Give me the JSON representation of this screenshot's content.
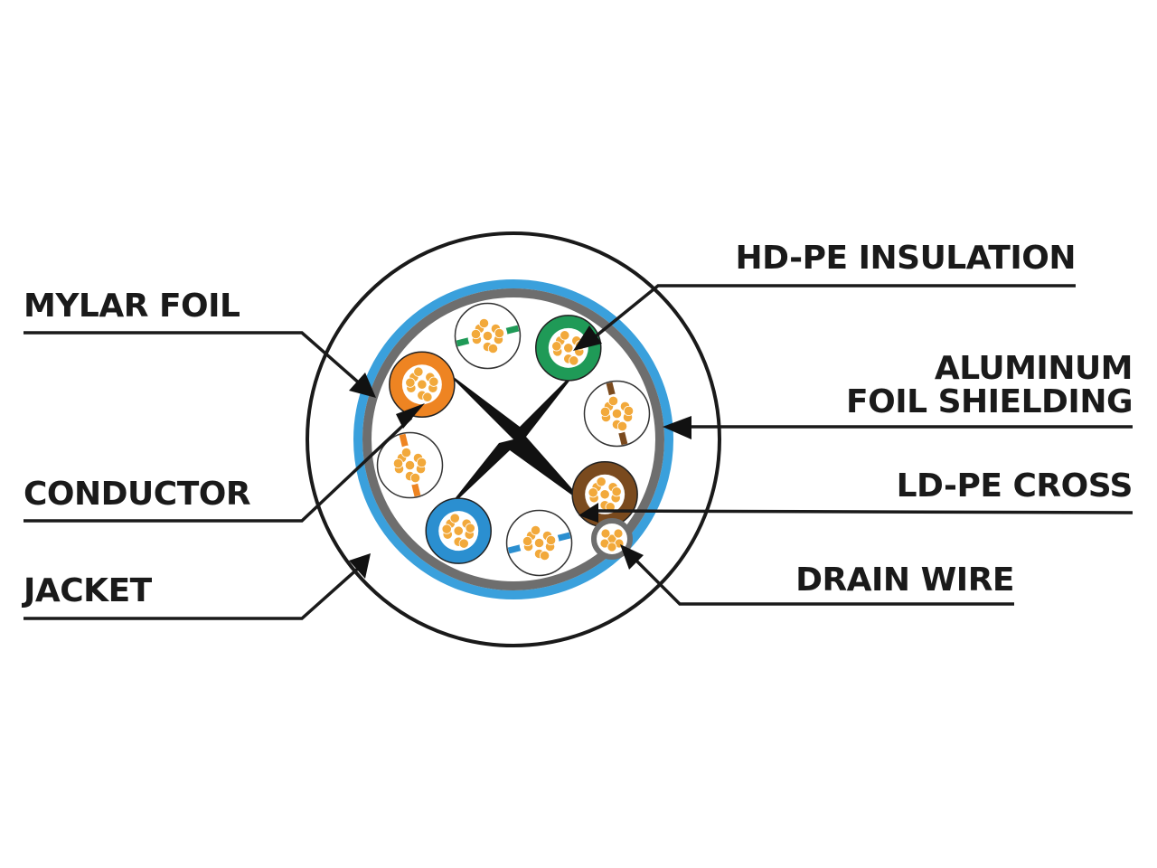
{
  "labels": {
    "mylar_foil": "MYLAR FOIL",
    "conductor": "CONDUCTOR",
    "jacket": "JACKET",
    "hdpe_insulation": "HD-PE INSULATION",
    "aluminum_line1": "ALUMINUM",
    "aluminum_line2": "FOIL SHIELDING",
    "ldpe_cross": "LD-PE CROSS",
    "drain_wire": "DRAIN WIRE"
  },
  "colors": {
    "jacket_outline": "#1a1a1a",
    "aluminum_shield": "#3aa0dc",
    "mylar_foil": "#6e6e6e",
    "conductor_copper": "#f2a93b",
    "cross": "#111111",
    "pair_green": "#1f9a57",
    "pair_orange": "#ee8422",
    "pair_brown": "#7a4a1e",
    "pair_blue": "#2b8fd0"
  },
  "wires": [
    {
      "name": "green-white",
      "color": "#1f9a57",
      "solid": false
    },
    {
      "name": "green",
      "color": "#1f9a57",
      "solid": true
    },
    {
      "name": "brown-white",
      "color": "#7a4a1e",
      "solid": false
    },
    {
      "name": "brown",
      "color": "#7a4a1e",
      "solid": true
    },
    {
      "name": "blue-white",
      "color": "#2b8fd0",
      "solid": false
    },
    {
      "name": "blue",
      "color": "#2b8fd0",
      "solid": true
    },
    {
      "name": "orange-white",
      "color": "#ee8422",
      "solid": false
    },
    {
      "name": "orange",
      "color": "#ee8422",
      "solid": true
    }
  ]
}
